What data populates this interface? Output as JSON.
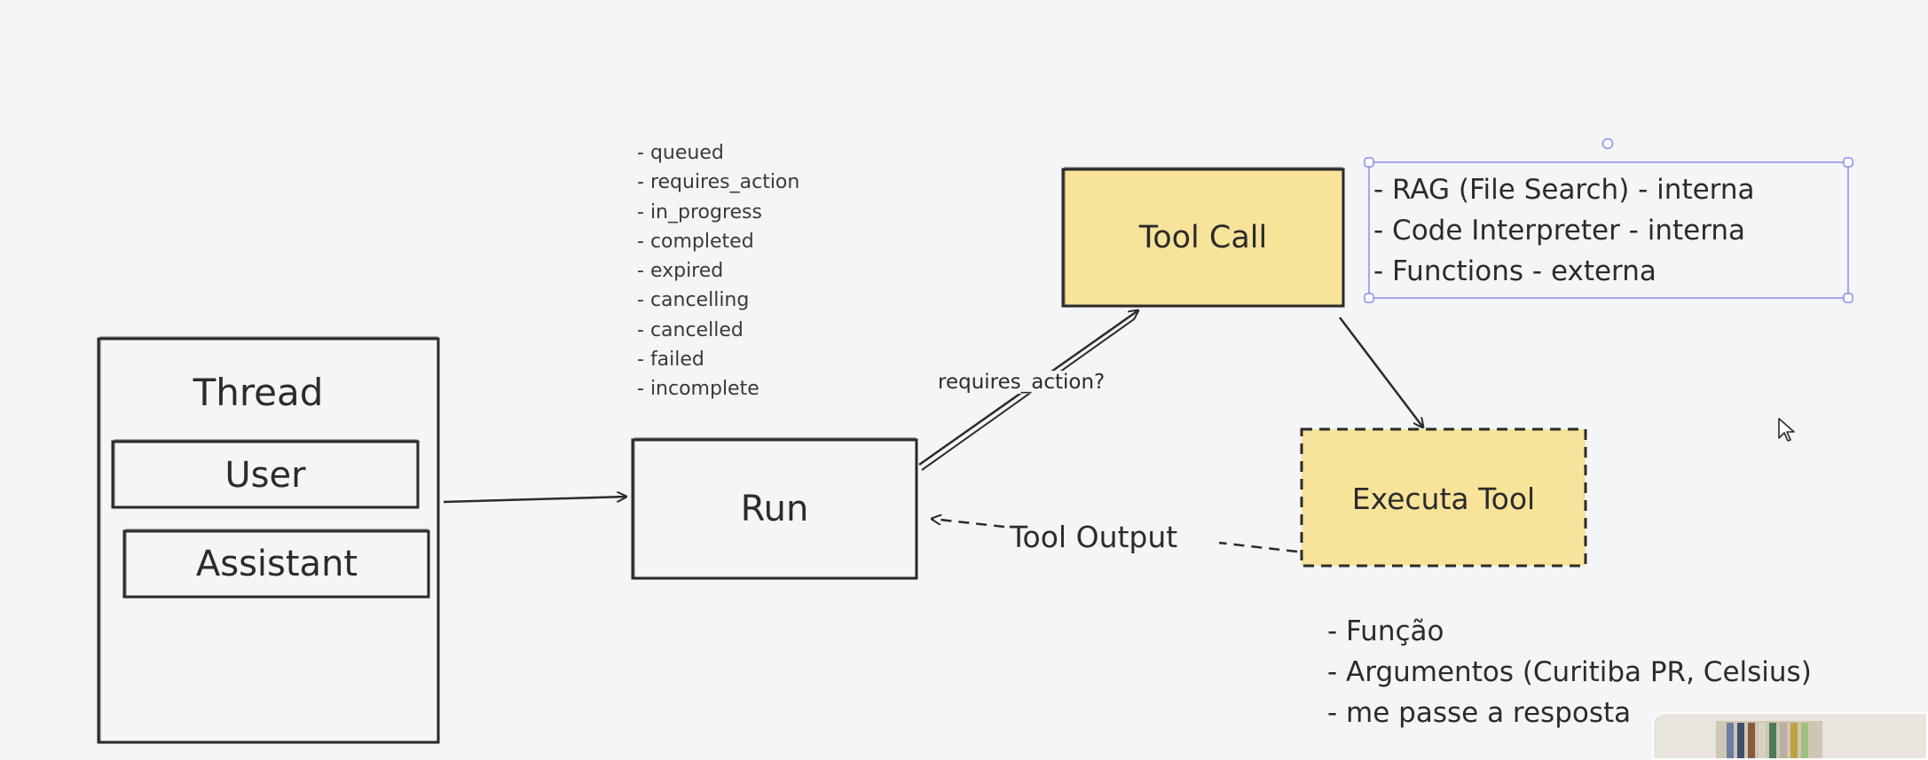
{
  "thread": {
    "title": "Thread",
    "user_label": "User",
    "assistant_label": "Assistant"
  },
  "run": {
    "label": "Run",
    "statuses": [
      "queued",
      "requires_action",
      "in_progress",
      "completed",
      "expired",
      "cancelling",
      "cancelled",
      "failed",
      "incomplete"
    ]
  },
  "edges": {
    "requires_action": "requires_action?",
    "tool_output": "Tool Output"
  },
  "tool_call": {
    "label": "Tool Call",
    "types": [
      "RAG (File Search) - interna",
      "Code Interpreter - interna",
      "Functions - externa"
    ]
  },
  "executa_tool": {
    "label": "Executa Tool",
    "notes": [
      "Função",
      "Argumentos (Curitiba PR, Celsius)",
      "me passe a resposta"
    ]
  },
  "colors": {
    "background": "#f3f5f7",
    "stroke": "#2b2b2b",
    "highlight_fill": "#f8e39a",
    "selection": "#8c8ce8"
  }
}
